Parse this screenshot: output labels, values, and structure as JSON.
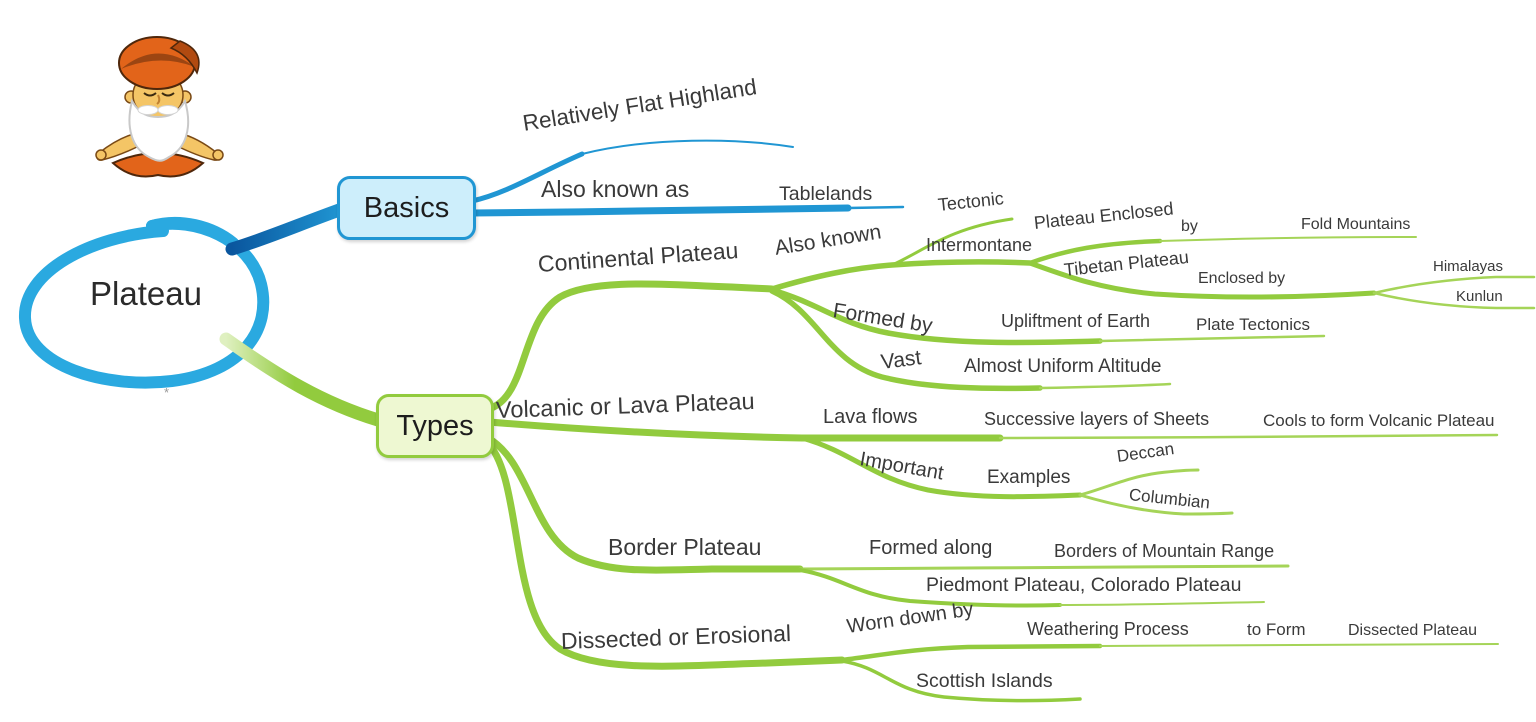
{
  "colors": {
    "blue": "#2096d3",
    "blue_dark": "#0a569e",
    "blue_fill": "#cdeefb",
    "cyan": "#2aa9e0",
    "green": "#92cb3e",
    "green_tip": "#a5d458",
    "green_fill": "#eef8d2",
    "text": "#3a3a3a"
  },
  "central": {
    "label": "Plateau",
    "footnote_mark": "*"
  },
  "basics": {
    "label": "Basics",
    "flat_highland": "Relatively Flat Highland",
    "also_known_as": "Also known as",
    "tablelands": "Tablelands"
  },
  "types": {
    "label": "Types",
    "continental": {
      "label": "Continental Plateau",
      "also_known": "Also known",
      "tectonic": "Tectonic",
      "intermontane": "Intermontane",
      "plateau_enclosed": "Plateau Enclosed",
      "by": "by",
      "fold_mountains": "Fold Mountains",
      "tibetan_plateau": "Tibetan Plateau",
      "enclosed_by": "Enclosed by",
      "himalayas": "Himalayas",
      "kunlun": "Kunlun",
      "formed_by": "Formed by",
      "upliftment": "Upliftment of Earth",
      "plate_tectonics": "Plate Tectonics",
      "vast": "Vast",
      "uniform_altitude": "Almost Uniform Altitude"
    },
    "volcanic": {
      "label": "Volcanic or Lava Plateau",
      "lava_flows": "Lava flows",
      "successive_layers": "Successive layers of Sheets",
      "cools_to_form": "Cools to form Volcanic Plateau",
      "important": "Important",
      "examples": "Examples",
      "deccan": "Deccan",
      "columbian": "Columbian"
    },
    "border": {
      "label": "Border Plateau",
      "formed_along": "Formed along",
      "borders_of_mountain_range": "Borders of Mountain Range",
      "examples_list": "Piedmont Plateau, Colorado Plateau"
    },
    "dissected": {
      "label": "Dissected or Erosional",
      "worn_down_by": "Worn down by",
      "weathering_process": "Weathering Process",
      "to_form": "to Form",
      "dissected_plateau": "Dissected Plateau",
      "scottish_islands": "Scottish Islands"
    }
  }
}
